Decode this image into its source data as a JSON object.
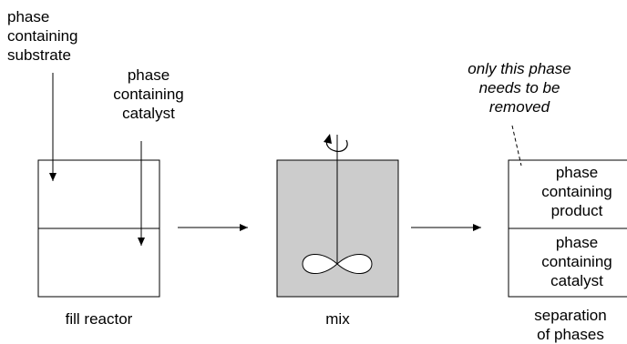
{
  "labels": {
    "substrate": [
      "phase",
      "containing",
      "substrate"
    ],
    "catalyst_input": [
      "phase",
      "containing",
      "catalyst"
    ],
    "note": [
      "only this phase",
      "needs to be",
      "removed"
    ],
    "product_phase": [
      "phase",
      "containing",
      "product"
    ],
    "catalyst_phase": [
      "phase",
      "containing",
      "catalyst"
    ]
  },
  "steps": {
    "fill": "fill reactor",
    "mix": "mix",
    "separation": [
      "separation",
      "of phases"
    ]
  },
  "colors": {
    "vessel_fill": "#cccccc",
    "line": "#000000"
  }
}
